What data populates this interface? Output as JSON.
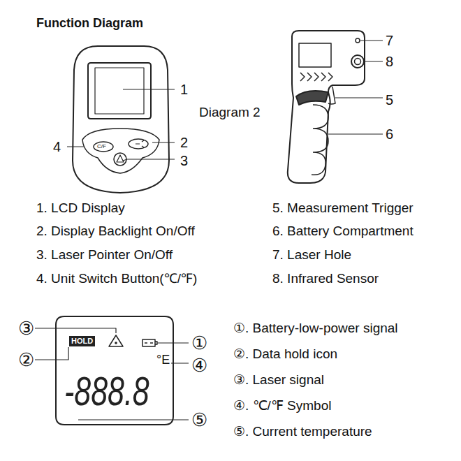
{
  "diagram": {
    "title": "Function Diagram",
    "labels": [
      "1",
      "2",
      "3",
      "4",
      "Diagram 2",
      "7",
      "8",
      "5",
      "6",
      "1. LCD Display",
      "2. Display Backlight On/Off",
      "3. Laser Pointer On/Off",
      "4. Unit Switch Button(℃/℉)",
      "5. Measurement Trigger",
      "6. Battery Compartment",
      "7. Laser Hole",
      "8. Infrared Sensor",
      "③",
      "②",
      "①",
      "④",
      "⑤",
      "HOLD",
      "°E",
      "-888.8",
      "C/F",
      "①. Battery-low-power signal",
      "②. Data hold icon",
      "③. Laser signal",
      "④. ℃/℉ Symbol",
      "⑤. Current temperature"
    ]
  }
}
